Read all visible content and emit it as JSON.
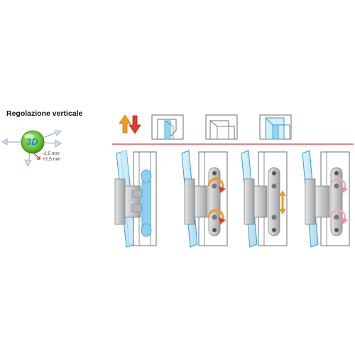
{
  "heading": "Regolazione verticale",
  "badge_text": "3D",
  "range_minus": "-2,5 mm",
  "range_plus": "+2,5 mm",
  "colors": {
    "glass": "#bfe3f4",
    "glass_edge": "#4bb0dc",
    "divider": "#d83b3b",
    "arrow_orange": "#f39a1e",
    "arrow_red": "#e23b2c",
    "hinge_gray": "#c9cbcc",
    "badge_green": "#66c23a"
  },
  "icons": [
    "vertical-adjust-arrows-icon",
    "3d-adjust-badge-icon",
    "rotate-screw-icon",
    "up-down-arrow-icon"
  ],
  "panels": [
    {
      "state": "assembled"
    },
    {
      "state": "adjust-screws"
    },
    {
      "state": "vertical-shift"
    },
    {
      "state": "final"
    }
  ]
}
